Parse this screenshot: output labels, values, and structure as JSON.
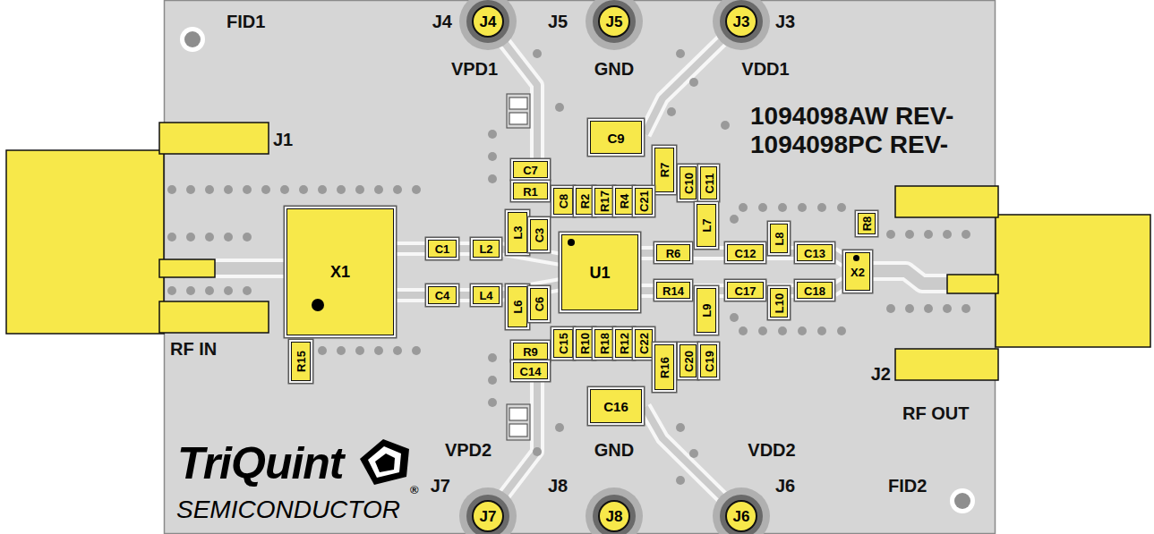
{
  "diagram": {
    "nodes": [
      {
        "text": [
          "J4"
        ]
      },
      {
        "text": [
          "J5"
        ]
      },
      {
        "text": [
          "J3"
        ]
      },
      {
        "text": [
          "C9"
        ]
      },
      {
        "text": [
          "R7"
        ]
      },
      {
        "text": [
          "C7"
        ]
      },
      {
        "text": [
          "R1"
        ]
      },
      {
        "text": [
          "C8"
        ]
      },
      {
        "text": [
          "R2"
        ]
      },
      {
        "text": [
          "R17"
        ]
      },
      {
        "text": [
          "R4"
        ]
      },
      {
        "text": [
          "C21"
        ]
      },
      {
        "text": [
          "C10"
        ]
      },
      {
        "text": [
          "C11"
        ]
      },
      {
        "text": [
          "L7"
        ]
      },
      {
        "text": [
          "X1"
        ]
      },
      {
        "text": [
          "L3"
        ]
      },
      {
        "text": [
          "C3"
        ]
      },
      {
        "text": [
          "R8"
        ]
      },
      {
        "text": [
          "L8"
        ]
      },
      {
        "text": [
          "C1"
        ]
      },
      {
        "text": [
          "L2"
        ]
      },
      {
        "text": [
          "U1"
        ]
      },
      {
        "text": [
          "R6"
        ]
      },
      {
        "text": [
          "C12"
        ]
      },
      {
        "text": [
          "C13"
        ]
      },
      {
        "text": [
          "X2"
        ]
      },
      {
        "text": [
          "C4"
        ]
      },
      {
        "text": [
          "L4"
        ]
      },
      {
        "text": [
          "L6"
        ]
      },
      {
        "text": [
          "C6"
        ]
      },
      {
        "text": [
          "R14"
        ]
      },
      {
        "text": [
          "C17"
        ]
      },
      {
        "text": [
          "C18"
        ]
      },
      {
        "text": [
          "L9"
        ]
      },
      {
        "text": [
          "L10"
        ]
      },
      {
        "text": [
          "C15"
        ]
      },
      {
        "text": [
          "R10"
        ]
      },
      {
        "text": [
          "R18"
        ]
      },
      {
        "text": [
          "R12"
        ]
      },
      {
        "text": [
          "C22"
        ]
      },
      {
        "text": [
          "R9"
        ]
      },
      {
        "text": [
          "R16"
        ]
      },
      {
        "text": [
          "C20"
        ]
      },
      {
        "text": [
          "C19"
        ]
      },
      {
        "text": [
          "C14"
        ]
      },
      {
        "text": [
          "R15"
        ]
      },
      {
        "text": [
          "C16"
        ]
      },
      {
        "text": [
          "J7"
        ]
      },
      {
        "text": [
          "J8"
        ]
      },
      {
        "text": [
          "J6"
        ]
      }
    ],
    "labels": [
      "FID1",
      "J4",
      "J5",
      "J3",
      "VPD1",
      "GND",
      "VDD1",
      "1094098AW REV-",
      "1094098PC REV-",
      "J1",
      "RF IN",
      "J2",
      "RF OUT",
      "VPD2",
      "GND",
      "VDD2",
      "TriQuint",
      "®",
      "J7",
      "J8",
      "J6",
      "FID2",
      "SEMICONDUCTOR"
    ]
  }
}
